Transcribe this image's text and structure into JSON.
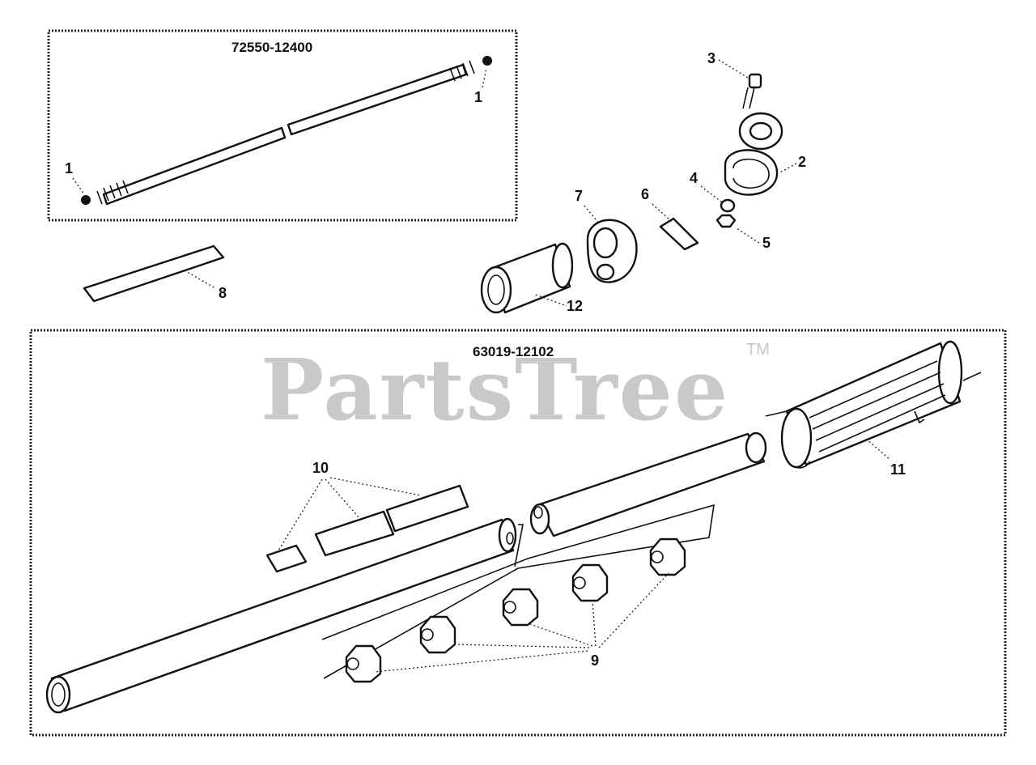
{
  "watermark": {
    "brand": "PartsTree",
    "trademark": "TM"
  },
  "kits": {
    "upper": "72550-12400",
    "lower": "63019-12102"
  },
  "callouts": {
    "c1a": "1",
    "c1b": "1",
    "c2": "2",
    "c3": "3",
    "c4": "4",
    "c5": "5",
    "c6": "6",
    "c7": "7",
    "c8": "8",
    "c9": "9",
    "c10": "10",
    "c11": "11",
    "c12": "12"
  }
}
